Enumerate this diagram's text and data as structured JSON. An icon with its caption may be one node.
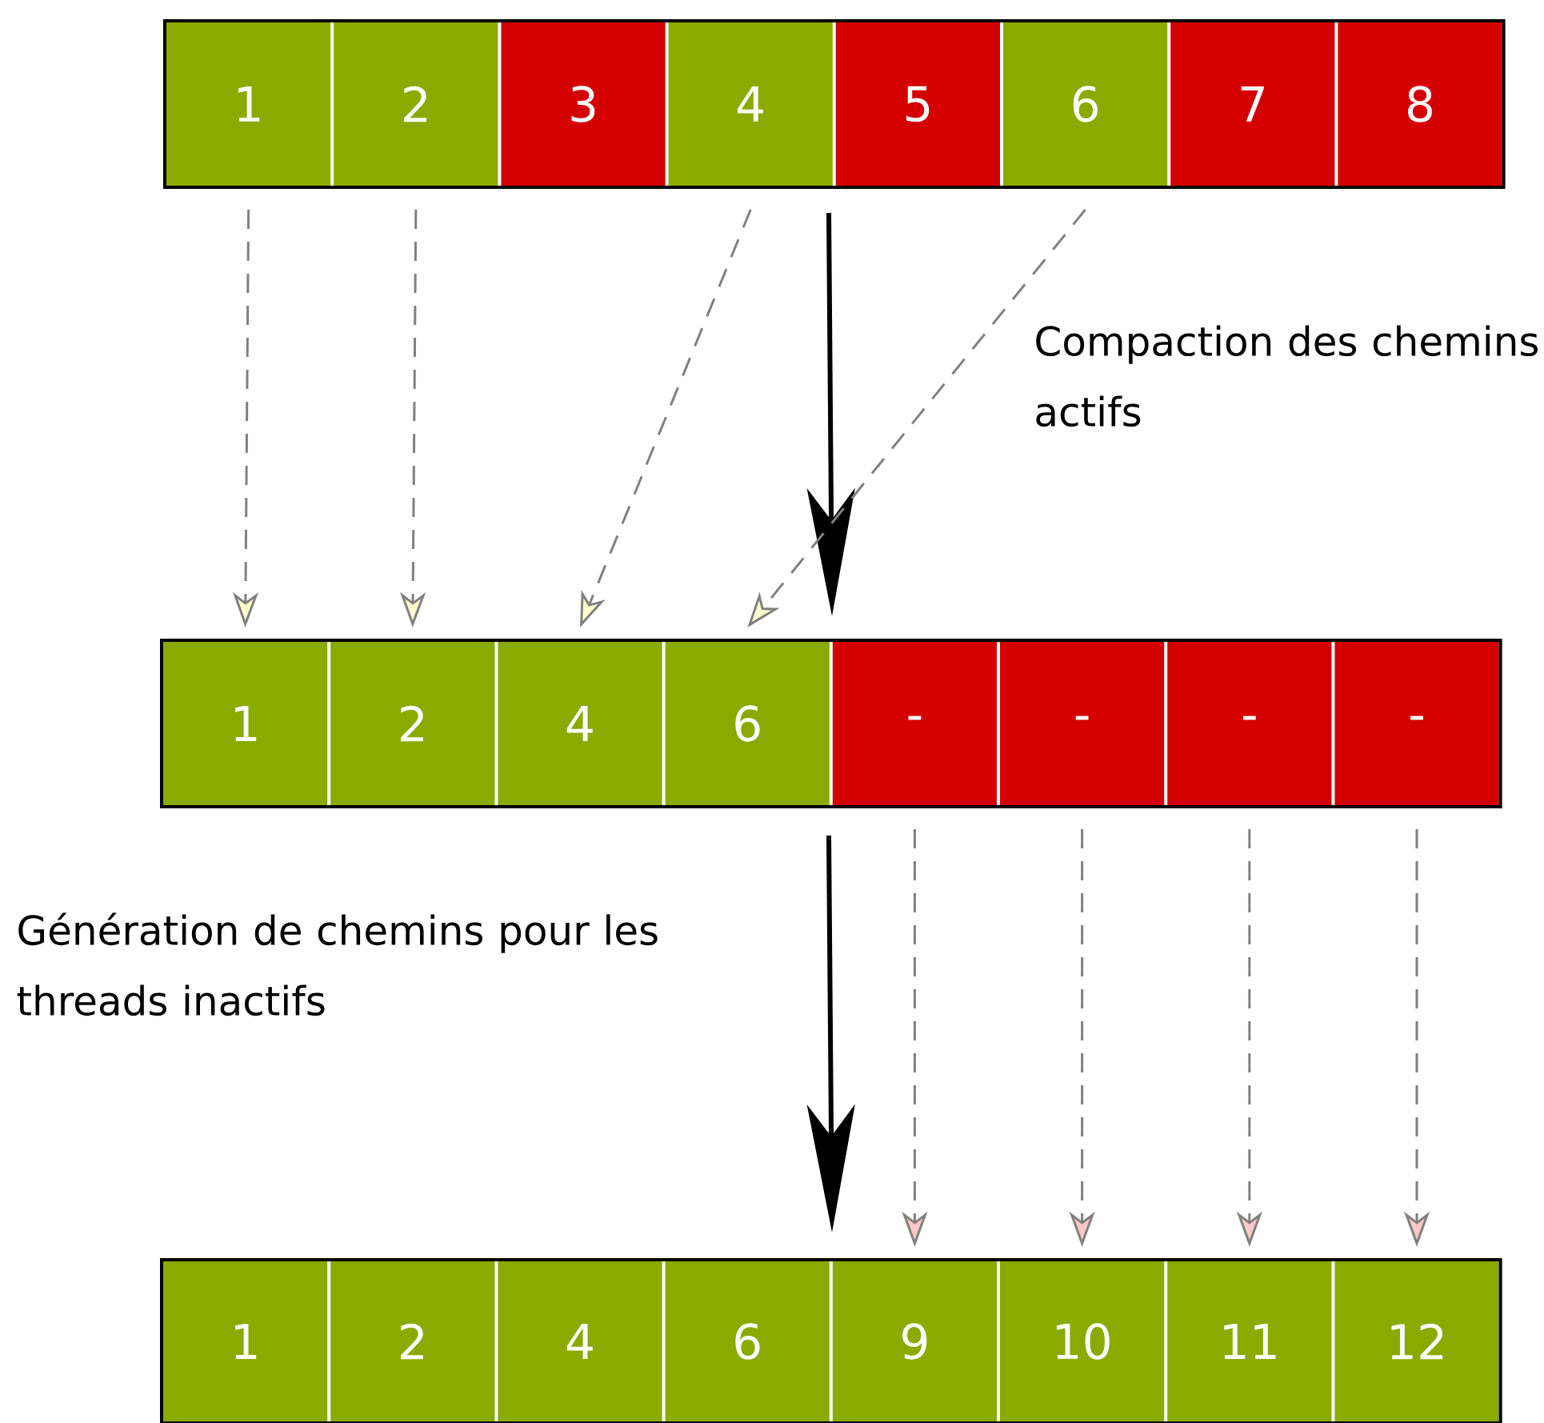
{
  "diagram": {
    "nodes": [
      {
        "text": [
          "1"
        ]
      },
      {
        "text": [
          "2"
        ]
      },
      {
        "text": [
          "3"
        ]
      },
      {
        "text": [
          "4"
        ]
      },
      {
        "text": [
          "5"
        ]
      },
      {
        "text": [
          "6"
        ]
      },
      {
        "text": [
          "7"
        ]
      },
      {
        "text": [
          "8"
        ]
      },
      {
        "text": [
          "1"
        ]
      },
      {
        "text": [
          "2"
        ]
      },
      {
        "text": [
          "4"
        ]
      },
      {
        "text": [
          "6"
        ]
      },
      {
        "text": [
          "-"
        ]
      },
      {
        "text": [
          "-"
        ]
      },
      {
        "text": [
          "-"
        ]
      },
      {
        "text": [
          "-"
        ]
      },
      {
        "text": [
          "1"
        ]
      },
      {
        "text": [
          "2"
        ]
      },
      {
        "text": [
          "4"
        ]
      },
      {
        "text": [
          "6"
        ]
      },
      {
        "text": [
          "9"
        ]
      },
      {
        "text": [
          "10"
        ]
      },
      {
        "text": [
          "11"
        ]
      },
      {
        "text": [
          "12"
        ]
      }
    ],
    "edges": [
      {
        "from": 0,
        "to": 8,
        "arrow": "to"
      },
      {
        "from": 1,
        "to": 9,
        "arrow": "to"
      },
      {
        "from": 3,
        "to": 10,
        "arrow": "to"
      },
      {
        "from": 5,
        "to": 11,
        "arrow": "to"
      },
      {
        "from": 12,
        "to": 20,
        "arrow": "to"
      },
      {
        "from": 13,
        "to": 21,
        "arrow": "to"
      },
      {
        "from": 14,
        "to": 22,
        "arrow": "to"
      },
      {
        "from": 15,
        "to": 23,
        "arrow": "to"
      }
    ],
    "labels": [
      "Compaction des chemins actifs",
      "Génération de chemins pour les threads inactifs"
    ]
  }
}
